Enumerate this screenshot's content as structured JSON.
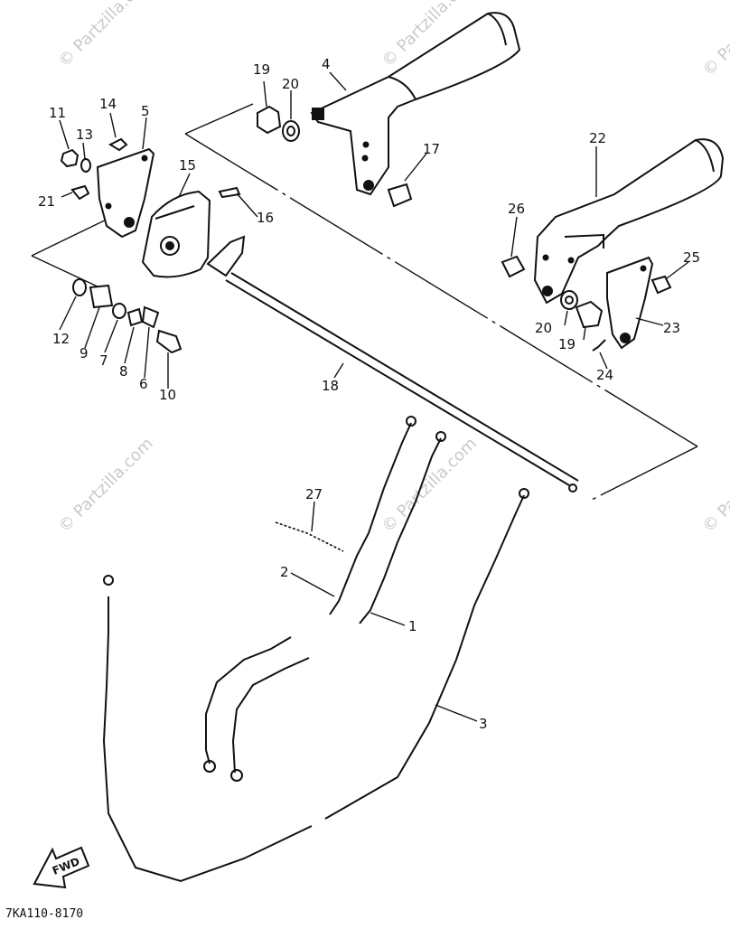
{
  "watermark": "© Partzilla.com",
  "fwd_label": "FWD",
  "diagram_code": "7KA110-8170",
  "callouts": {
    "c1": "1",
    "c2": "2",
    "c3": "3",
    "c4": "4",
    "c5": "5",
    "c6": "6",
    "c7": "7",
    "c8": "8",
    "c9": "9",
    "c10": "10",
    "c11": "11",
    "c12": "12",
    "c13": "13",
    "c14": "14",
    "c15": "15",
    "c16": "16",
    "c17": "17",
    "c18": "18",
    "c19a": "19",
    "c19b": "19",
    "c20a": "20",
    "c20b": "20",
    "c21": "21",
    "c22": "22",
    "c23": "23",
    "c24": "24",
    "c25": "25",
    "c26": "26",
    "c27": "27"
  }
}
